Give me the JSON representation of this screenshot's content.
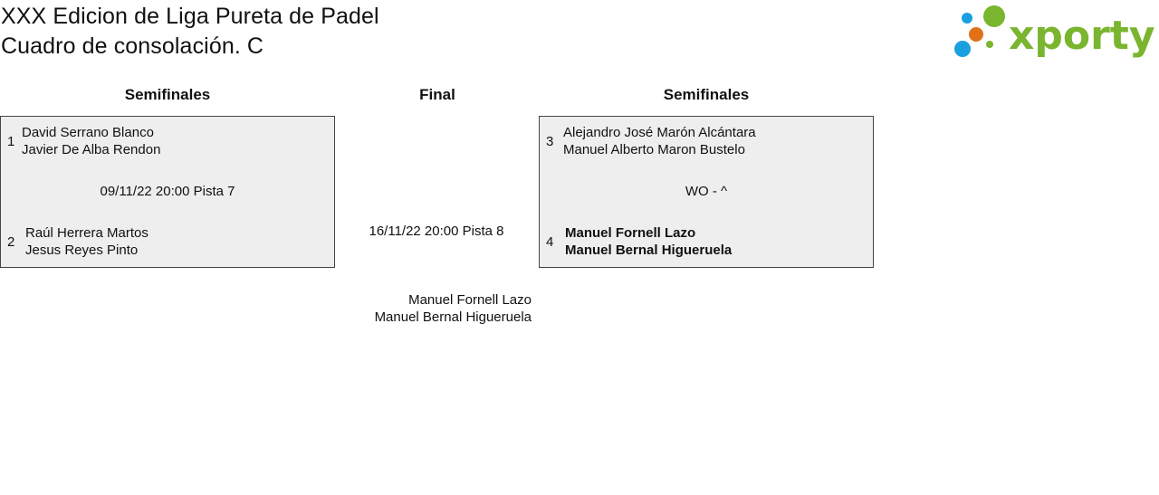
{
  "header": {
    "title_line1": "XXX Edicion de Liga Pureta de Padel",
    "title_line2": "Cuadro de consolación. C"
  },
  "logo": {
    "text": "xporty",
    "colors": {
      "green": "#7ab52f",
      "orange": "#e07118",
      "blue": "#1aa0e0"
    }
  },
  "columns": {
    "left": "Semifinales",
    "center": "Final",
    "right": "Semifinales"
  },
  "match_left": {
    "team1": {
      "seed": "1",
      "player1": "David Serrano Blanco",
      "player2": "Javier De Alba Rendon"
    },
    "info": "09/11/22 20:00 Pista 7",
    "team2": {
      "seed": "2",
      "player1": "Raúl Herrera Martos",
      "player2": "Jesus Reyes Pinto"
    }
  },
  "match_right": {
    "team1": {
      "seed": "3",
      "player1": "Alejandro José Marón Alcántara",
      "player2": "Manuel Alberto Maron Bustelo"
    },
    "info": "WO - ^",
    "team2": {
      "seed": "4",
      "player1": "Manuel Fornell Lazo",
      "player2": "Manuel Bernal Higueruela"
    }
  },
  "final": {
    "info": "16/11/22 20:00 Pista 8",
    "team": {
      "player1": "Manuel Fornell Lazo",
      "player2": "Manuel Bernal Higueruela"
    }
  },
  "colors": {
    "box_bg": "#eeeeee",
    "box_border": "#444444"
  }
}
